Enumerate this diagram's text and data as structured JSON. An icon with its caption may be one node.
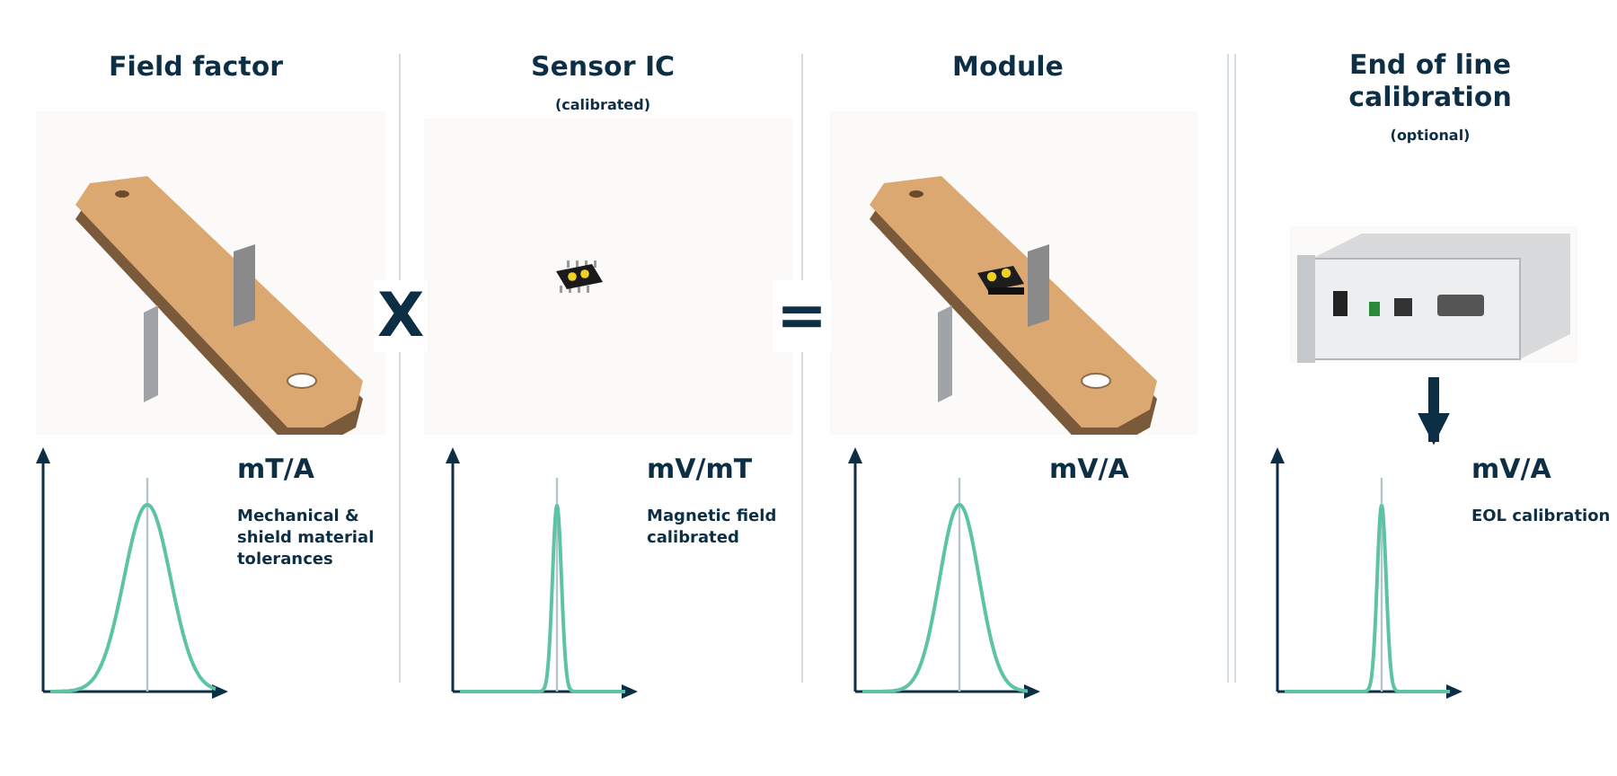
{
  "diagram": {
    "nodes": [
      {
        "text": [
          "Field factor"
        ]
      },
      {
        "text": [],
        "shape": "picture",
        "in": 0
      },
      {
        "text": [
          "mT/A",
          "Mechanical & shield material tolerances"
        ],
        "in": 0
      },
      {
        "text": [
          "Sensor IC",
          "(calibrated)"
        ]
      },
      {
        "text": [],
        "shape": "picture",
        "in": 3
      },
      {
        "text": [
          "mV/mT",
          "Magnetic field calibrated"
        ],
        "in": 3
      },
      {
        "text": [
          "Module"
        ]
      },
      {
        "text": [],
        "shape": "picture",
        "in": 6
      },
      {
        "text": [
          "mV/A"
        ],
        "in": 6
      },
      {
        "text": [
          "End of line calibration",
          "(optional)"
        ]
      },
      {
        "text": [],
        "shape": "picture",
        "in": 9
      },
      {
        "text": [
          "mV/A",
          "EOL calibration"
        ],
        "in": 9
      }
    ],
    "edges": [
      {
        "from": 10,
        "to": 11,
        "arrow": "to"
      }
    ],
    "labels": [
      "X",
      "="
    ]
  }
}
